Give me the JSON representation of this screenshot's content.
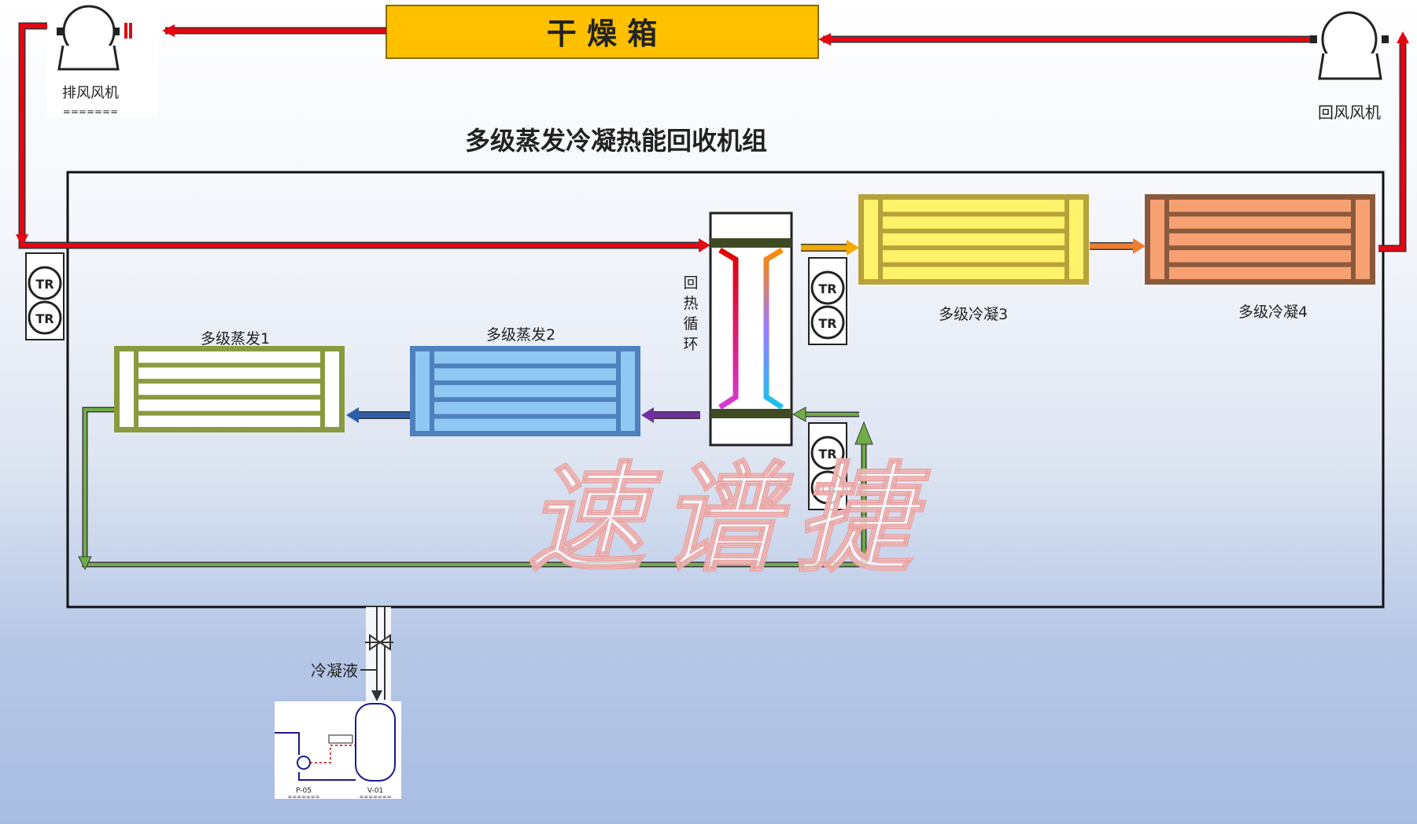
{
  "title": "多级蒸发冷凝热能回收机组",
  "drying_box": {
    "label": "干 燥 箱",
    "color": "#FFC000"
  },
  "fans": {
    "exhaust": {
      "label": "排风风机",
      "sub": "======="
    },
    "return": {
      "label": "回风风机"
    }
  },
  "units": {
    "evap1": {
      "label": "多级蒸发1",
      "color": "#8A9A3E",
      "fill": "#FFFFFF"
    },
    "evap2": {
      "label": "多级蒸发2",
      "color": "#4F81BD",
      "fill": "#8FC8F2"
    },
    "heat_recovery": {
      "label": [
        "回",
        "热",
        "循",
        "环"
      ]
    },
    "cond3": {
      "label": "多级冷凝3",
      "color": "#B8A23A",
      "fill": "#FFF36B"
    },
    "cond4": {
      "label": "多级冷凝4",
      "color": "#8B5A3C",
      "fill": "#F7A173"
    }
  },
  "condensate": {
    "label": "冷凝液",
    "pump_tag": "P-05",
    "tank_tag": "V-01",
    "tag_sub": "======="
  },
  "watermark": "速谱捷",
  "colors": {
    "hot_air": "#E30613",
    "return_air": "#70AD47",
    "orange_arrow": "#ED7D31",
    "purple_arrow": "#7030A0",
    "blue_arrow": "#2E5EAA"
  }
}
